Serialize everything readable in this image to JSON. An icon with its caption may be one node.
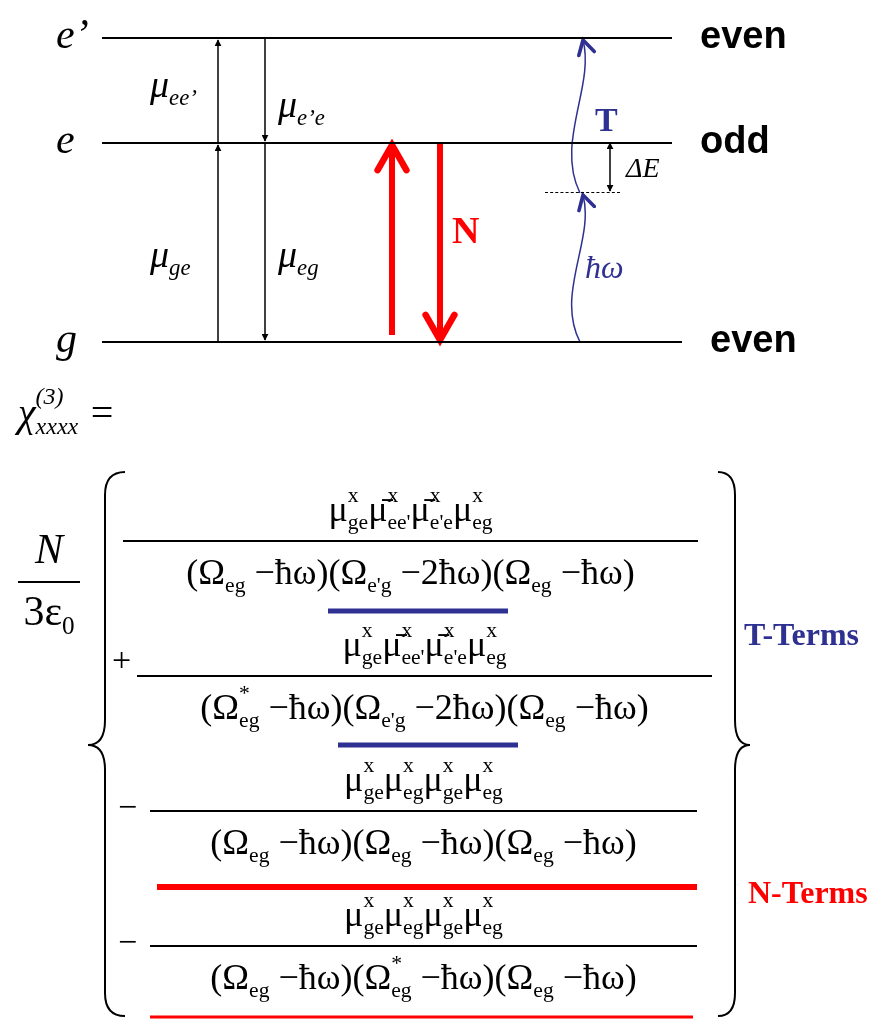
{
  "diagram": {
    "nodes": [
      {
        "text": [
          "e’",
          "even"
        ]
      },
      {
        "text": [
          "e",
          "odd"
        ]
      },
      {
        "text": [
          "g",
          "even"
        ]
      },
      {
        "text": [],
        "shape": "bar"
      }
    ],
    "edges": [
      {
        "from": 1,
        "to": 0,
        "arrow": "to",
        "label": "μ$_{ee’}$"
      },
      {
        "from": 0,
        "to": 1,
        "arrow": "to",
        "label": "μ$_{e’e}$"
      },
      {
        "from": 2,
        "to": 1,
        "arrow": "to",
        "label": "μ$_{ge}$"
      },
      {
        "from": 1,
        "to": 2,
        "arrow": "to",
        "label": "μ$_{eg}$"
      },
      {
        "from": 2,
        "to": 1,
        "arrow": "to",
        "style": "thick",
        "color": "#ff0000"
      },
      {
        "from": 1,
        "to": 2,
        "arrow": "to",
        "style": "thick",
        "color": "#ff0000",
        "label": "N"
      },
      {
        "from": 2,
        "to": 3,
        "arrow": "to",
        "color": "#2e3192",
        "label": "ħω"
      },
      {
        "from": 3,
        "to": 0,
        "arrow": "to",
        "color": "#2e3192",
        "label": "T"
      },
      {
        "from": 1,
        "to": 3,
        "arrow": "both",
        "label": "ΔE"
      }
    ],
    "labels": [
      "χ$^{(3)}$$_{xxxx}$ =",
      "N",
      "3ε$_{0}$",
      "μ$^{x}$$_{ge}$μ̄$^{x}$$_{ee'}$μ̄$^{x}$$_{e'e}$μ$^{x}$$_{eg}$",
      "(Ω$_{eg}$ −ħω)(Ω$_{e'g}$ −2ħω)(Ω$_{eg}$ −ħω)",
      "+",
      "μ$^{x}$$_{ge}$μ̄$^{x}$$_{ee'}$μ̄$^{x}$$_{e'e}$μ$^{x}$$_{eg}$",
      "(Ω$^{*}$$_{eg}$ −ħω)(Ω$_{e'g}$ −2ħω)(Ω$_{eg}$ −ħω)",
      "T-Terms",
      "−",
      "μ$^{x}$$_{ge}$μ$^{x}$$_{eg}$μ$^{x}$$_{ge}$μ$^{x}$$_{eg}$",
      "(Ω$_{eg}$ −ħω)(Ω$_{eg}$ −ħω)(Ω$_{eg}$ −ħω)",
      "N-Terms",
      "−",
      "μ$^{x}$$_{ge}$μ$^{x}$$_{eg}$μ$^{x}$$_{ge}$μ$^{x}$$_{eg}$",
      "(Ω$_{eg}$ −ħω)(Ω$^{*}$$_{eg}$ −ħω)(Ω$_{eg}$ −ħω)"
    ]
  }
}
